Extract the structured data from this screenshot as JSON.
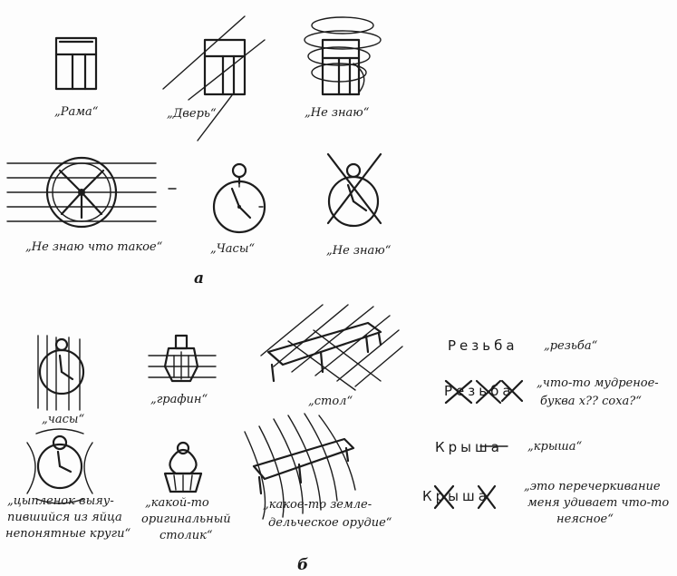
{
  "section_a": {
    "label": "а",
    "captions": {
      "frame": "„Рама“",
      "door": "„Дверь“",
      "dont_know_1": "„Не знаю“",
      "dont_know_what": "„Не знаю что такое“",
      "watch": "„Часы“",
      "dont_know_2": "„Не знаю“"
    }
  },
  "section_b": {
    "label": "б",
    "captions": {
      "watch": "„часы“",
      "decanter": "„графин“",
      "table": "„стол“",
      "chick": "„цыпленок выяу-",
      "chick_2": "пившийся из яйца",
      "chick_3": "непонятные круги“",
      "small_table": "„какой-то",
      "small_table_2": "оригинальный",
      "small_table_3": "столик“",
      "tool": "„какое-то земле-",
      "tool_2": "дельческое орудие“"
    },
    "words": {
      "word_1": "Резьба",
      "word_1_caption": "„резьба“",
      "word_2": "Резьба",
      "word_2_caption": "„что-то мудреное-",
      "word_2_caption_2": "буква х?? соха?“",
      "word_3": "Крыша",
      "word_3_caption": "„крыша“",
      "word_4": "Крыша",
      "word_4_caption": "„это перечеркивание",
      "word_4_caption_2": "меня удивает что-то",
      "word_4_caption_3": "неясное“"
    }
  }
}
